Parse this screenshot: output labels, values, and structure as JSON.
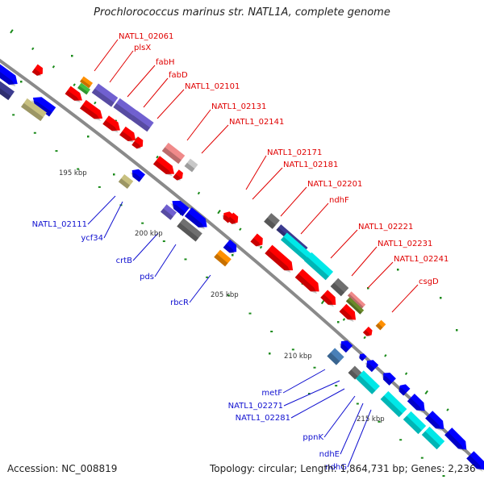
{
  "title": "Prochlorococcus marinus str. NATL1A, complete genome",
  "footer": {
    "accession": "Accession: NC_008819",
    "summary": "Topology: circular; Length: 1,864,731 bp; Genes: 2,236"
  },
  "colors": {
    "backbone": "#8a8a8a",
    "forward_label": "#e00000",
    "reverse_label": "#1010d0",
    "tick": "#1a8a1a",
    "cds_forward": "#ff0000",
    "cds_reverse": "#0000ff",
    "cog_purple": "#7060d0",
    "cog_gray": "#707070",
    "cog_cyan": "#00e8e8",
    "cog_pink": "#f08a8a",
    "cog_khaki": "#c8c080",
    "cog_orange": "#ff9000",
    "cog_green": "#40c040",
    "cog_olive": "#6a8a2a",
    "cog_navy": "#3c3c90",
    "cog_steel": "#4a80b8",
    "cog_lightgray": "#c8c8c8"
  },
  "scale_labels": [
    "195 kbp",
    "200 kbp",
    "205 kbp",
    "210 kbp",
    "215 kbp"
  ],
  "forward_genes": [
    "NATL1_02061",
    "plsX",
    "fabH",
    "fabD",
    "NATL1_02101",
    "NATL1_02131",
    "NATL1_02141",
    "NATL1_02171",
    "NATL1_02181",
    "NATL1_02201",
    "ndhF",
    "NATL1_02221",
    "NATL1_02231",
    "NATL1_02241",
    "csgD"
  ],
  "reverse_genes": [
    "NATL1_02111",
    "ycf34",
    "crtB",
    "pds",
    "rbcR",
    "metF",
    "NATL1_02271",
    "NATL1_02281",
    "ppnK",
    "ndhE",
    "ndhG"
  ]
}
